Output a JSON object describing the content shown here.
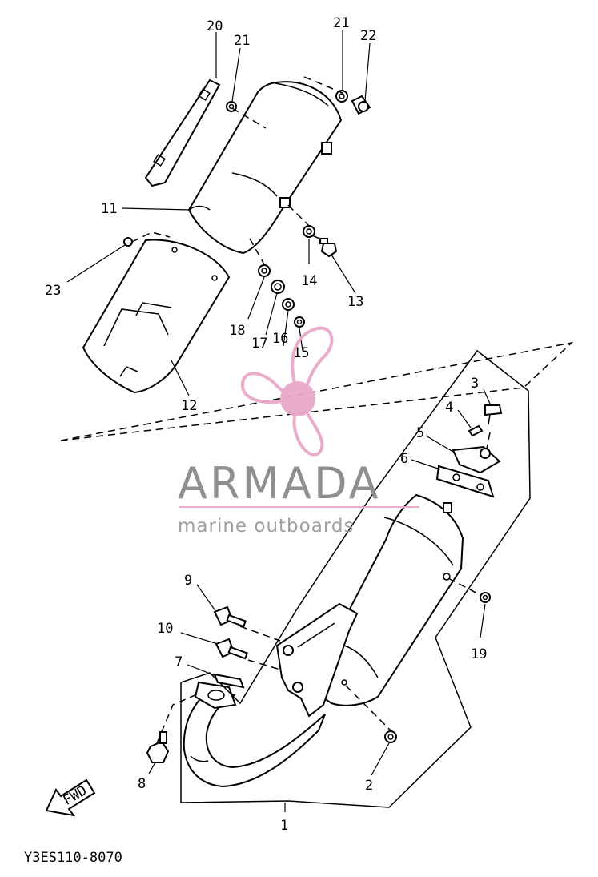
{
  "diagram": {
    "code": "Y3ES110-8070",
    "fwd_label": "FWD",
    "callouts": [
      "1",
      "2",
      "3",
      "4",
      "5",
      "6",
      "7",
      "8",
      "9",
      "10",
      "11",
      "12",
      "13",
      "14",
      "15",
      "16",
      "17",
      "18",
      "19",
      "20",
      "21",
      "21",
      "22",
      "23"
    ]
  },
  "watermark": {
    "brand": "ARMADA",
    "tagline": "marine outboards",
    "color": "#e8a8c8"
  }
}
